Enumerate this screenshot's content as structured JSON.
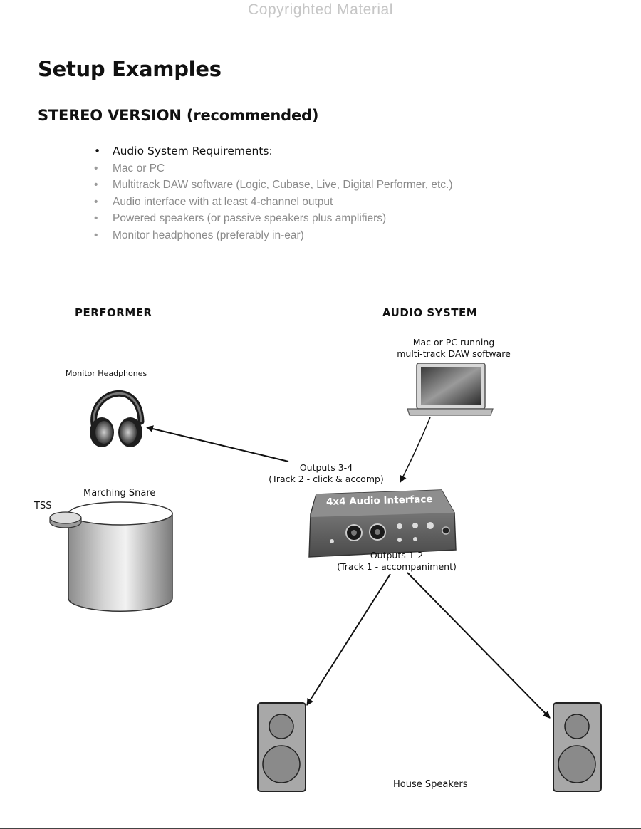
{
  "watermark": "Copyrighted Material",
  "page": {
    "title": "Setup Examples",
    "subtitle": "STEREO VERSION (recommended)"
  },
  "requirements": {
    "heading": "Audio System Requirements:",
    "items": [
      "Mac or PC",
      "Multitrack DAW software (Logic, Cubase, Live, Digital Performer, etc.)",
      "Audio interface with at least 4-channel output",
      "Powered speakers (or passive speakers plus amplifiers)",
      "Monitor headphones (preferably in-ear)"
    ]
  },
  "diagram": {
    "performer_heading": "PERFORMER",
    "audio_system_heading": "AUDIO SYSTEM",
    "computer_label_line1": "Mac or PC running",
    "computer_label_line2": "multi-track DAW software",
    "headphones_label": "Monitor Headphones",
    "snare_label": "Marching Snare",
    "tss_label": "TSS",
    "outputs34_line1": "Outputs 3-4",
    "outputs34_line2": "(Track 2 - click & accomp)",
    "interface_label": "4x4 Audio Interface",
    "outputs12_line1": "Outputs 1-2",
    "outputs12_line2": "(Track 1 - accompaniment)",
    "speakers_label": "House Speakers"
  },
  "colors": {
    "text": "#111111",
    "muted_text": "#8a8a8a",
    "watermark": "#c6c6c6",
    "speaker_box": "#a4a4a4",
    "interface_body": "#6e6e6e"
  }
}
